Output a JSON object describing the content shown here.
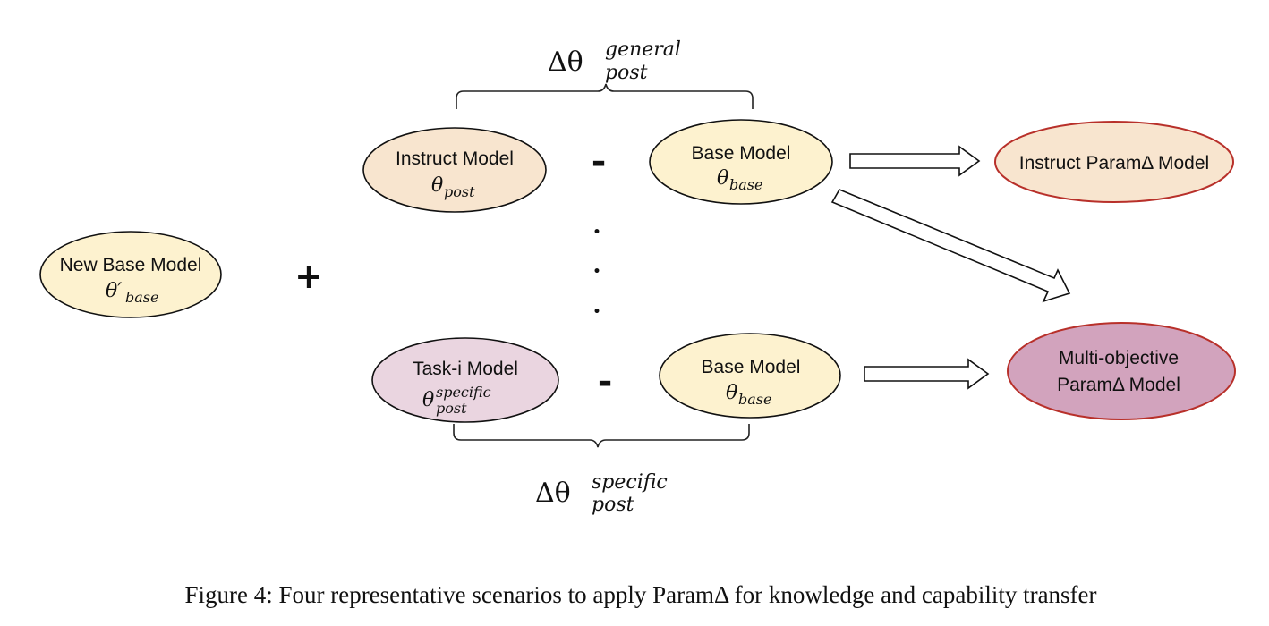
{
  "nodes": {
    "new_base": {
      "label": "New Base Model",
      "symbol": "θ′",
      "sub": "base",
      "fill": "#fdf2cf",
      "stroke": "#111111"
    },
    "instruct": {
      "label": "Instruct Model",
      "symbol": "θ",
      "sub": "post",
      "fill": "#f8e5cf",
      "stroke": "#111111"
    },
    "base_top": {
      "label": "Base Model",
      "symbol": "θ",
      "sub": "base",
      "fill": "#fdf2cf",
      "stroke": "#111111"
    },
    "task": {
      "label": "Task-i Model",
      "symbol": "θ",
      "sup": "specific",
      "sub": "post",
      "fill": "#ead5e0",
      "stroke": "#111111"
    },
    "base_bottom": {
      "label": "Base Model",
      "symbol": "θ",
      "sub": "base",
      "fill": "#fdf2cf",
      "stroke": "#111111"
    },
    "instruct_param": {
      "label": "Instruct ParamΔ Model",
      "fill": "#f8e5cf",
      "stroke": "#b8302a"
    },
    "multi_objective": {
      "line1": "Multi-objective",
      "line2": "ParamΔ Model",
      "fill": "#d2a3bd",
      "stroke": "#b8302a"
    }
  },
  "operators": {
    "plus": "+",
    "minus_top": "-",
    "minus_bottom": "-",
    "ellipsis_dot": "•"
  },
  "deltas": {
    "general": {
      "symbol": "Δθ",
      "sup": "general",
      "sub": "post"
    },
    "specific": {
      "symbol": "Δθ",
      "sup": "specific",
      "sub": "post"
    }
  },
  "caption": "Figure 4: Four representative scenarios to apply ParamΔ for knowledge and capability transfer"
}
